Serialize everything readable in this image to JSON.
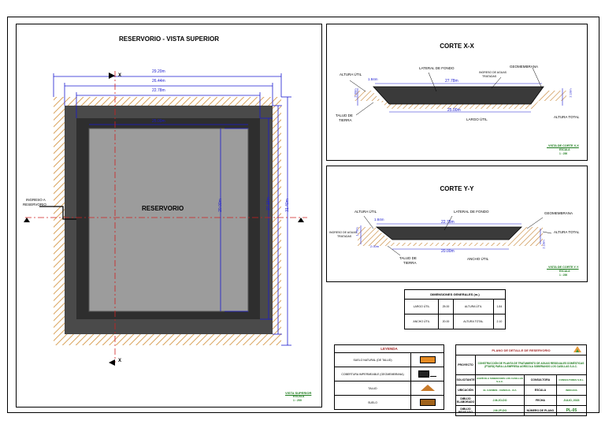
{
  "top_view": {
    "title": "RESERVORIO - VISTA SUPERIOR",
    "dims": [
      "29.20m",
      "26.44m",
      "22.78m",
      "25.00m",
      "20.00m",
      "27.16m",
      "31.40m"
    ],
    "axis_x_label": "X",
    "center_label": "RESERVORIO",
    "inlet_label": [
      "INGRESO A",
      "RESERVORIO"
    ],
    "scale_title": "VISTA SUPERIOR",
    "scale_sub": "ESCALA",
    "scale_value": "1 : 200"
  },
  "section_xx": {
    "title": "CORTE X-X",
    "altura_util": "ALTURA ÚTIL",
    "dim_top": "1.84m",
    "lateral": "LATERAL DE FONDO",
    "ingreso": [
      "INGRESO DE AGUAS",
      "TRATADAS"
    ],
    "geomembrana": "GEOMEMBRANA",
    "dim_width": "27.78m",
    "dim_left": "2.00m",
    "dim_right": "2.10m",
    "talud": [
      "TALUD DE",
      "TIERRA"
    ],
    "dim_bottom": "25.00m",
    "largo": "LARGO ÚTIL",
    "altura_total": "ALTURA TOTAL",
    "scale_title": "VISTA DE CORTE X-X",
    "scale_sub": "ESCALA",
    "scale_value": "1 : 200"
  },
  "section_yy": {
    "title": "CORTE Y-Y",
    "altura_util": "ALTURA ÚTIL",
    "dim_top": "1.84m",
    "lateral": "LATERAL DE FONDO",
    "geomembrana": "GEOMEMBRANA",
    "dim_width": "22.78m",
    "ingreso": [
      "INGRESO DE AGUAS",
      "TRATADAS"
    ],
    "altura_total": "ALTURA TOTAL",
    "dim_left": "1.70m",
    "dim_left2": "2.00m",
    "dim_bottom": "20.00m",
    "dim_right": "2.10m",
    "talud": [
      "TALUD DE",
      "TIERRA"
    ],
    "ancho": "ANCHO ÚTIL",
    "scale_title": "VISTA DE CORTE Y-Y",
    "scale_sub": "ESCALA",
    "scale_value": "1 : 200"
  },
  "dimensions_table": {
    "title": "DIMENSIONES GENERALES (m.)",
    "rows": [
      [
        "LARGO ÚTIL",
        "25.00",
        "ALTURA ÚTIL",
        "1.84"
      ],
      [
        "ANCHO ÚTIL",
        "20.00",
        "ALTURA TOTAL",
        "2.10"
      ]
    ]
  },
  "legend": {
    "title": "LEYENDA",
    "items": [
      "SUELO NATURAL (DE TALUD)",
      "COBERTURA IMPERMEABLE (GEOMEMBRANA)",
      "TALUD",
      "SUELO"
    ]
  },
  "title_block": {
    "title": "PLANO DE DETALLE DE RESERVORIO",
    "rows": [
      [
        "PROYECTO",
        "CONSTRUCCIÓN DE PLANTA DE TRATAMIENTO DE AGUAS RESIDUALES DOMÉSTICAS (PTARD) PARA LA EMPRESA AGRÍCOLA SOBERANOS LOS CASILLAS S.A.C."
      ],
      [
        "SOLICITANTE",
        "AGRÍCOLA SOBERANOS LOS CASILLAS S.A.C.",
        "CONSULTORA",
        "CONSULTORES S.R.L."
      ],
      [
        "UBICACIÓN",
        "EL CARMEN - CHINCHA - ICA",
        "ESCALA",
        "INDICADA"
      ],
      [
        "DIBUJO ELABORADO",
        "J.M.JO-DO",
        "FECHA",
        "JULIO, 2023"
      ],
      [
        "DIBUJO REVISADO",
        "J.M.JP-DO",
        "NÚMERO DE PLANO",
        "PL-05"
      ]
    ]
  }
}
